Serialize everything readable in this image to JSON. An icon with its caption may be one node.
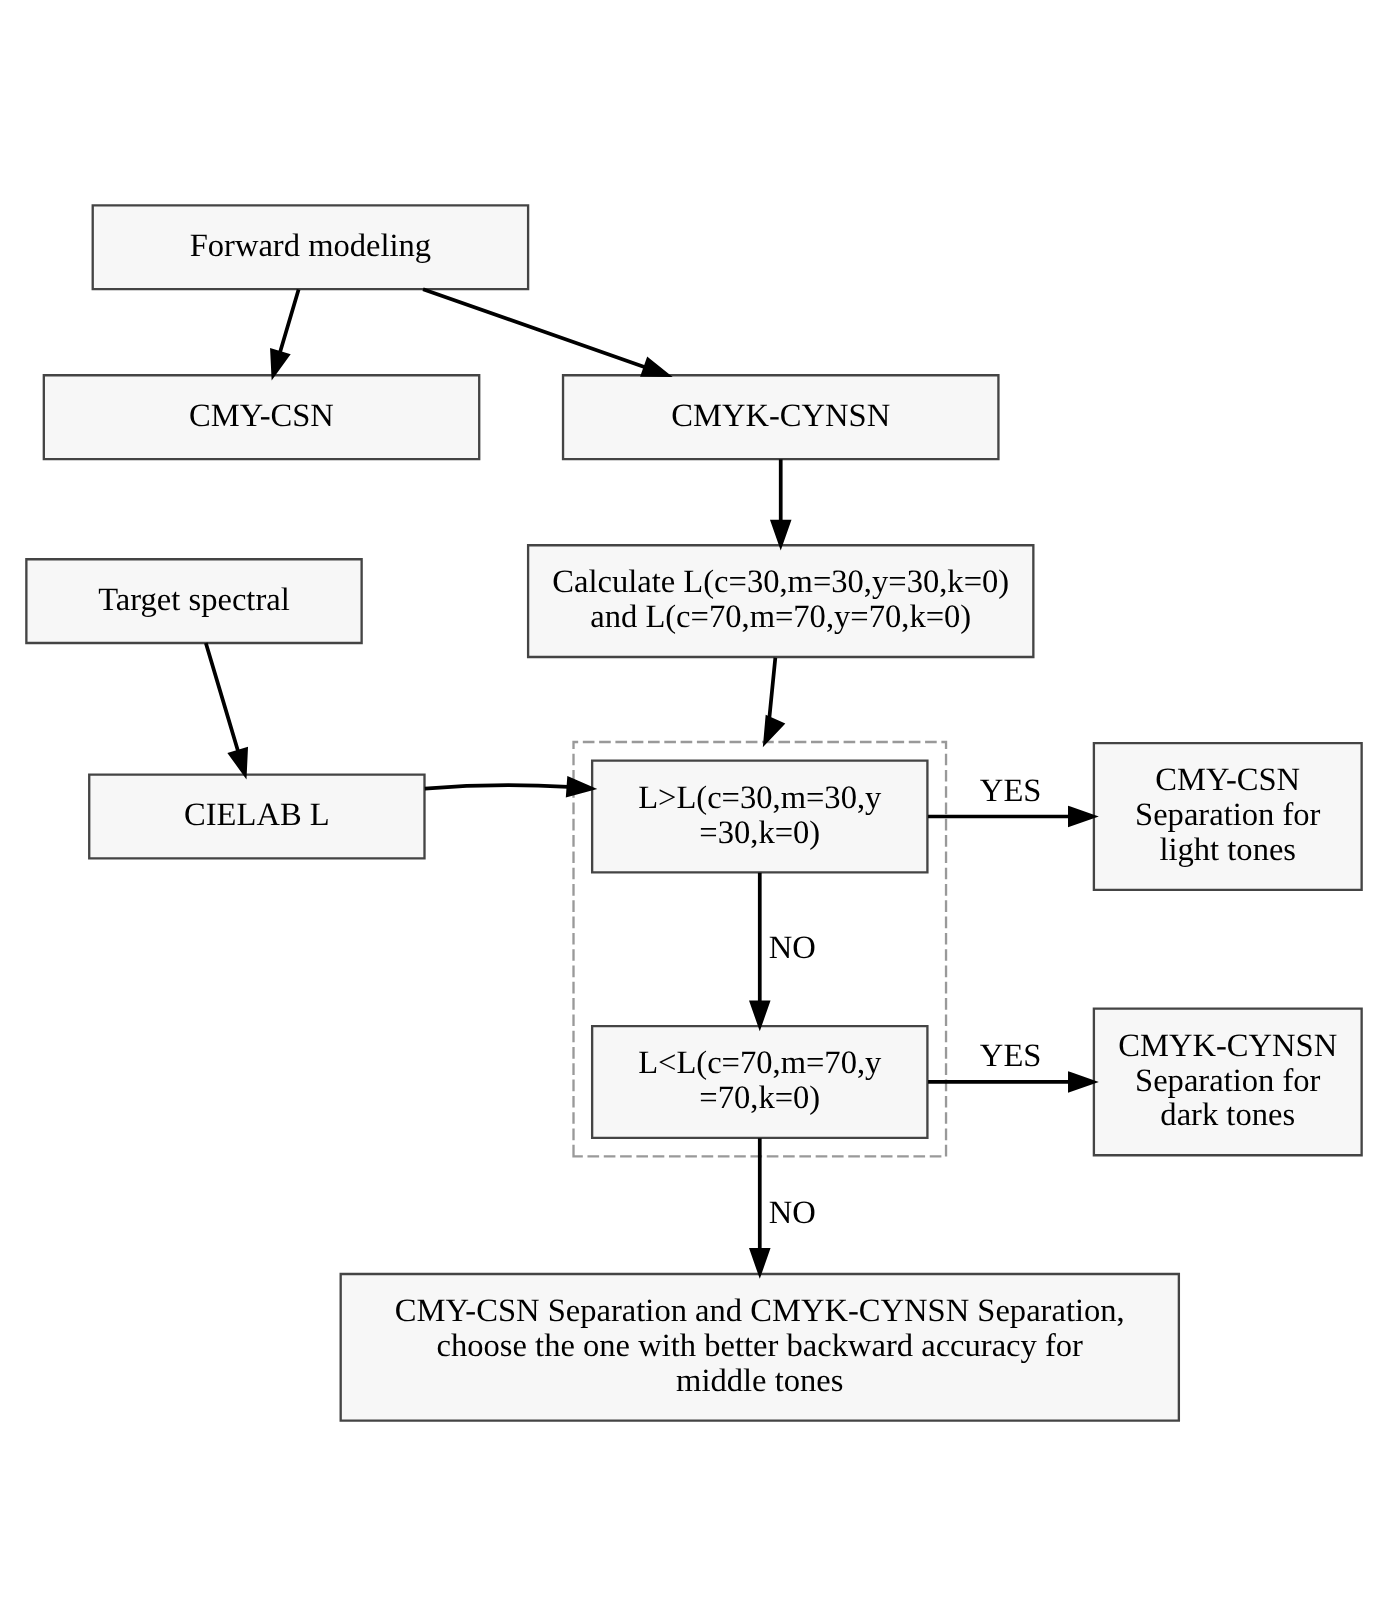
{
  "diagram": {
    "nodes": [
      {
        "text": [
          "Forward modeling"
        ]
      },
      {
        "text": [
          "CMY-CSN"
        ]
      },
      {
        "text": [
          "CMYK-CYNSN"
        ]
      },
      {
        "text": [
          "Target spectral"
        ]
      },
      {
        "text": [
          "Calculate L(c=30,m=30,y=30,k=0) and L(c=70,m=70,y=70,k=0)"
        ]
      },
      {
        "text": [
          "CIELAB L"
        ]
      },
      {
        "text": [],
        "shape": "box"
      },
      {
        "text": [
          "L>L(c=30,m=30,y =30,k=0)"
        ],
        "in": 6
      },
      {
        "text": [
          "CMY-CSN Separation for light tones"
        ]
      },
      {
        "text": [
          "L<L(c=70,m=70,y =70,k=0)"
        ],
        "in": 6
      },
      {
        "text": [
          "CMYK-CYNSN Separation for dark tones"
        ]
      },
      {
        "text": [
          "CMY-CSN Separation and CMYK-CYNSN Separation, choose the one with better backward accuracy for middle tones"
        ]
      }
    ],
    "edges": [
      {
        "from": 0,
        "to": 1,
        "arrow": "to"
      },
      {
        "from": 0,
        "to": 2,
        "arrow": "to"
      },
      {
        "from": 2,
        "to": 4,
        "arrow": "to"
      },
      {
        "from": 3,
        "to": 5,
        "arrow": "to"
      },
      {
        "from": 4,
        "to": 6,
        "arrow": "to"
      },
      {
        "from": 5,
        "to": 7,
        "arrow": "to"
      },
      {
        "from": 7,
        "to": 8,
        "label": "YES",
        "arrow": "to"
      },
      {
        "from": 7,
        "to": 9,
        "label": "NO",
        "arrow": "to"
      },
      {
        "from": 9,
        "to": 10,
        "label": "YES",
        "arrow": "to"
      },
      {
        "from": 9,
        "to": 11,
        "label": "NO",
        "arrow": "to"
      }
    ]
  }
}
